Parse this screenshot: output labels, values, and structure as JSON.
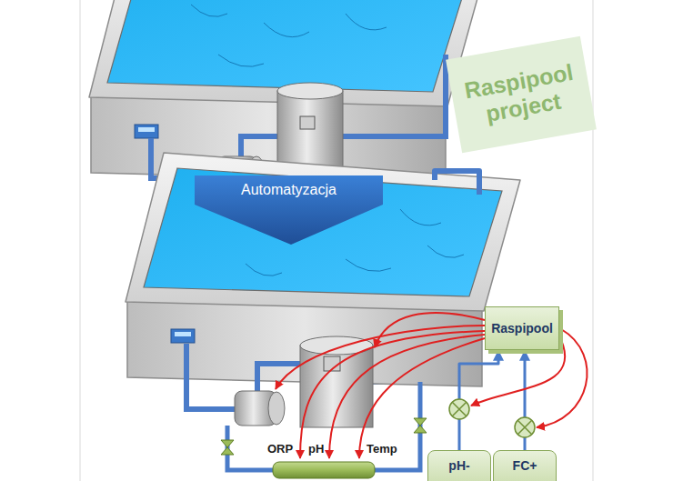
{
  "diagram": {
    "nodes": [
      {
        "text": [
          "Raspipool project"
        ]
      },
      {
        "text": [
          "Automatyzacja"
        ]
      },
      {
        "text": [
          "Raspipool"
        ]
      },
      {
        "text": [
          "pH-"
        ]
      },
      {
        "text": [
          "FC+"
        ]
      }
    ],
    "edges": [
      {
        "from": 3,
        "to": 2,
        "arrow": "to"
      },
      {
        "from": 4,
        "to": 2,
        "arrow": "to"
      }
    ],
    "labels": [
      "ORP",
      "pH",
      "Temp"
    ]
  }
}
